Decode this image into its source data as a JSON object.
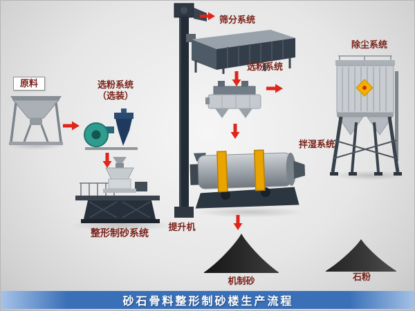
{
  "banner": {
    "title": "砂石骨料整形制砂楼生产流程"
  },
  "nodes": {
    "raw_material": {
      "label": "原料"
    },
    "classifier_optional": {
      "label": "选粉系统",
      "note": "（选装）"
    },
    "screening": {
      "label": "筛分系统"
    },
    "classifier": {
      "label": "选粉系统"
    },
    "dust_removal": {
      "label": "除尘系统"
    },
    "wet_mixing": {
      "label": "拌湿系统"
    },
    "shaping": {
      "label": "整形制砂系统"
    },
    "elevator": {
      "label": "提升机"
    },
    "machine_sand": {
      "label": "机制砂"
    },
    "stone_powder": {
      "label": "石粉"
    }
  },
  "colors": {
    "arrow": "#e0251a",
    "banner": "#3a70b8",
    "banner_edge": "#a6c3e8",
    "banner_text": "#ffffff",
    "label": "#7a2119"
  }
}
